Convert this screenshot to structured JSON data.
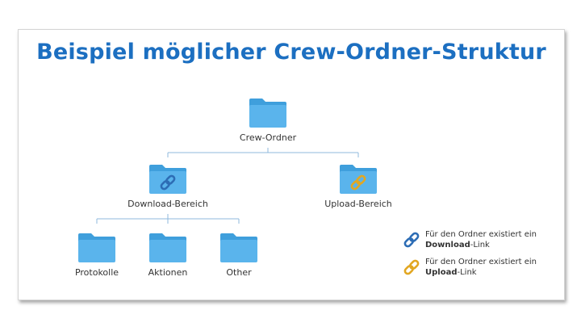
{
  "title": "Beispiel möglicher Crew-Ordner-Struktur",
  "folders": {
    "root": {
      "label": "Crew-Ordner",
      "link": "none"
    },
    "download": {
      "label": "Download-Bereich",
      "link": "download"
    },
    "upload": {
      "label": "Upload-Bereich",
      "link": "upload"
    },
    "protokolle": {
      "label": "Protokolle",
      "link": "none"
    },
    "aktionen": {
      "label": "Aktionen",
      "link": "none"
    },
    "other": {
      "label": "Other",
      "link": "none"
    }
  },
  "legend": {
    "download": {
      "line1": "Für den Ordner existiert ein",
      "bold": "Download",
      "suffix": "-Link"
    },
    "upload": {
      "line1": "Für den Ordner existiert ein",
      "bold": "Upload",
      "suffix": "-Link"
    }
  },
  "colors": {
    "title": "#1c6fc1",
    "folder": "#5ab4ec",
    "folder_tab": "#3f9fdc",
    "connector": "#8fb8de",
    "download_link": "#2d6db5",
    "upload_link": "#e2a722"
  },
  "icons": {
    "folder": "folder-icon",
    "download_link": "chain-link-icon",
    "upload_link": "chain-link-icon"
  }
}
